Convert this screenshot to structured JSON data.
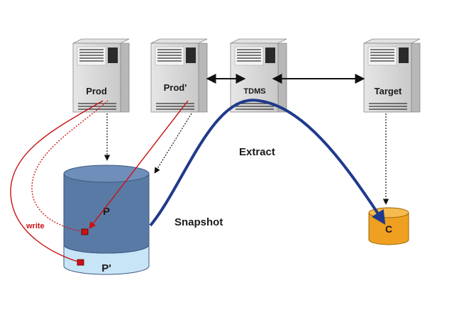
{
  "servers": [
    {
      "id": "prod",
      "label": "Prod"
    },
    {
      "id": "prod-prime",
      "label": "Prod'"
    },
    {
      "id": "tdms",
      "label": "TDMS"
    },
    {
      "id": "target",
      "label": "Target"
    }
  ],
  "flows": {
    "extract_label": "Extract",
    "snapshot_label": "Snapshot",
    "write_label": "write"
  },
  "databases": {
    "source_top_label": "P",
    "source_bottom_label": "P'",
    "target_label": "C"
  },
  "colors": {
    "server_body": "#d6d6d6",
    "server_label_band": "#c8c8c8",
    "db_source_top": "#5a7aa6",
    "db_source_bottom": "#c8e4f7",
    "db_target": "#f0a020",
    "extract_curve": "#1f3a8c",
    "write_line": "#cc1111",
    "dotted_line": "#111111"
  }
}
